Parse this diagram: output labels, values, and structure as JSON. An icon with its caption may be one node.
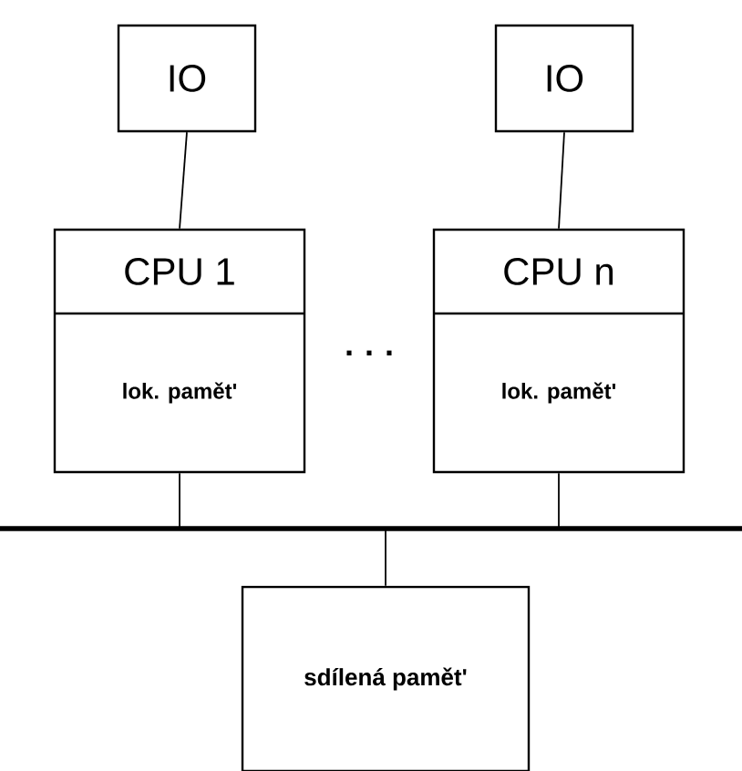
{
  "diagram": {
    "nodes": [
      {
        "text": [
          "IO"
        ]
      },
      {
        "text": [
          "IO"
        ]
      },
      {
        "text": [
          "CPU 1",
          "lok. pamět'"
        ]
      },
      {
        "text": [
          "CPU  n",
          "lok. pamět'"
        ]
      },
      {
        "text": [],
        "shape": "bar"
      },
      {
        "text": [
          "sdílená pamět'"
        ]
      }
    ],
    "edges": [
      {
        "from": 0,
        "to": 2,
        "arrow": "none"
      },
      {
        "from": 1,
        "to": 3,
        "arrow": "none"
      },
      {
        "from": 2,
        "to": 4,
        "arrow": "none"
      },
      {
        "from": 3,
        "to": 4,
        "arrow": "none"
      },
      {
        "from": 4,
        "to": 5,
        "arrow": "none"
      }
    ],
    "labels": [
      "· · ·"
    ]
  }
}
